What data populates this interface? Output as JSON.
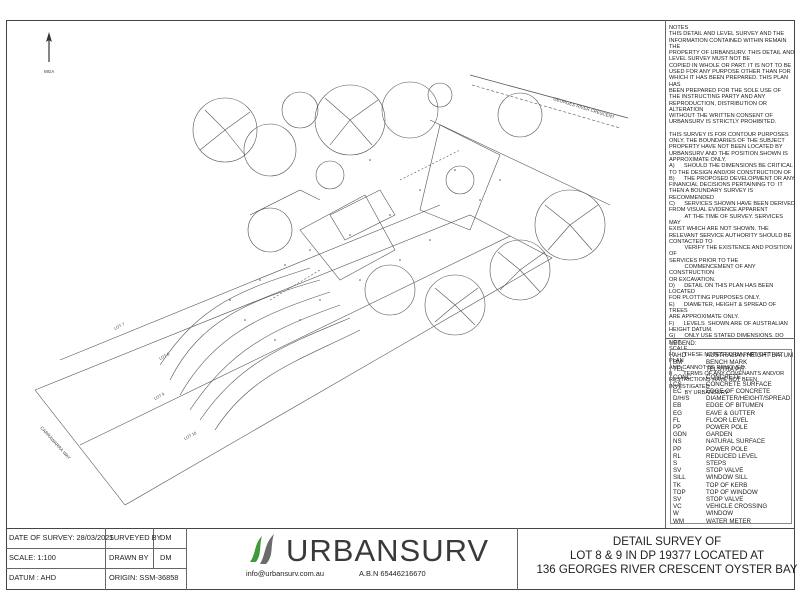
{
  "notes": {
    "heading": "NOTES",
    "paragraphs": [
      "THIS DETAIL AND LEVEL SURVEY AND THE\nINFORMATION CONTAINED WITHIN REMAIN THE\nPROPERTY OF URBANSURV. THIS DETAIL AND\nLEVEL SURVEY MUST NOT BE\nCOPIED IN WHOLE OR PART. IT IS NOT TO BE\nUSED FOR ANY PURPOSE OTHER THAN FOR\nWHICH IT HAS BEEN PREPARED. THIS PLAN HAS\nBEEN PREPARED FOR THE SOLE USE OF\nTHE INSTRUCTING PARTY AND ANY\nREPRODUCTION, DISTRIBUTION OR\nALTERATION\nWITHOUT THE WRITTEN CONSENT OF\nURBANSURV IS STRICTLY PROHIBITED.",
      "THIS SURVEY IS FOR CONTOUR PURPOSES\nONLY. THE BOUNDARIES OF THE SUBJECT\nPROPERTY HAVE NOT BEEN LOCATED BY\nURBANSURV AND THE POSITION SHOWN IS\nAPPROXIMATE ONLY.\nA)      SHOULD THE DIMENSIONS BE CRITICAL\nTO THE DESIGN AND/OR CONSTRUCTION OF\nB)      THE PROPOSED DEVELOPMENT OR ANY\nFINANCIAL DECISIONS PERTAINING TO  IT\nTHEN A BOUNDARY SURVEY IS RECOMMENDED\nC)      SERVICES SHOWN HAVE BEEN DERIVED\nFROM VISUAL EVIDENCE APPARENT\n          AT THE TIME OF SURVEY. SERVICES MAY\nEXIST WHICH ARE NOT SHOWN. THE\nRELEVANT SERVICE AUTHORITY SHOULD BE\nCONTACTED TO\n          VERIFY THE EXISTENCE AND POSITION OF\nSERVICES PRIOR TO THE\n          COMMENCEMENT OF ANY CONSTRUCTION\nOR EXCAVATION.\nD)      DETAIL ON THIS PLAN HAS BEEN LOCATED\nFOR PLOTTING PURPOSES ONLY.\nE)      DIAMETER, HEIGHT & SPREAD OF TREES\nARE APPROXIMATE ONLY.\nF)      LEVELS  SHOWN ARE OF AUSTRALIAN\nHEIGHT DATUM.\nG)      ONLY USE STATED DIMENSIONS. DO NOT\nSCALE.\nH)      THESE NOTES FORM PART OF THIS PLAN\nAND CANNOT BE REMOVED.\nI)       TERMS OF ANY COVENANTS AND/OR\nRESTRICTIONS HAVE NOT BEEN INVESTIGATED\n          BY URBANSURV"
    ]
  },
  "legend": {
    "title": "LEGEND:",
    "items": [
      {
        "abbr": "AHD",
        "desc": "AUSTRALIAN HEIGHT DATUM"
      },
      {
        "abbr": "BM",
        "desc": "BENCH MARK"
      },
      {
        "abbr": "TEL",
        "desc": "TELSTRA PIT"
      },
      {
        "abbr": "CONC",
        "desc": "CONCRETE"
      },
      {
        "abbr": "CS",
        "desc": "CONCRETE SURFACE"
      },
      {
        "abbr": "EC",
        "desc": "EDGE OF CONCRETE"
      },
      {
        "abbr": "D/H/S",
        "desc": "DIAMETER/HEIGHT/SPREAD"
      },
      {
        "abbr": "EB",
        "desc": "EDGE OF BITUMEN"
      },
      {
        "abbr": "EG",
        "desc": "EAVE & GUTTER"
      },
      {
        "abbr": "FL",
        "desc": "FLOOR LEVEL"
      },
      {
        "abbr": "PP",
        "desc": "POWER POLE"
      },
      {
        "abbr": "GDN",
        "desc": "GARDEN"
      },
      {
        "abbr": "NS",
        "desc": "NATURAL SURFACE"
      },
      {
        "abbr": "PP",
        "desc": "POWER POLE"
      },
      {
        "abbr": "RL",
        "desc": "REDUCED LEVEL"
      },
      {
        "abbr": "S",
        "desc": "STEPS"
      },
      {
        "abbr": "SV",
        "desc": "STOP VALVE"
      },
      {
        "abbr": "SILL",
        "desc": "WINDOW SILL"
      },
      {
        "abbr": "TK",
        "desc": "TOP OF KERB"
      },
      {
        "abbr": "TOP",
        "desc": "TOP OF WINDOW"
      },
      {
        "abbr": "SV",
        "desc": "STOP VALVE"
      },
      {
        "abbr": "VC",
        "desc": "VEHICLE CROSSING"
      },
      {
        "abbr": "W",
        "desc": "WINDOW"
      },
      {
        "abbr": "WM",
        "desc": "WATER METER"
      }
    ]
  },
  "title_block": {
    "date_of_survey": "DATE OF SURVEY: 28/03/2021",
    "surveyed_by_label": "SURVEYED BY",
    "surveyed_by": "DM",
    "scale": "SCALE: 1:100",
    "drawn_by_label": "DRAWN BY",
    "drawn_by": "DM",
    "datum": "DATUM : AHD",
    "origin": "ORIGIN: SSM-36858",
    "company": "URBANSURV",
    "email": "info@urbansurv.com.au",
    "abn": "A.B.N 65446216670",
    "title_lines": [
      "DETAIL SURVEY OF",
      "LOT 8 & 9 IN DP 19377 LOCATED AT",
      "136 GEORGES RIVER CRESCENT OYSTER BAY"
    ]
  },
  "drawing": {
    "north_label": "MGA",
    "street_label": "GEORGES     RIVER     CRESCENT",
    "side_street_label": "CARRAWARRA     WAY",
    "lot_labels": [
      "LOT 7",
      "LOT 8",
      "LOT 9",
      "LOT 10"
    ]
  },
  "colors": {
    "line": "#555555",
    "logo_green": "#3f9a3a",
    "logo_grey": "#6b6b6b"
  }
}
